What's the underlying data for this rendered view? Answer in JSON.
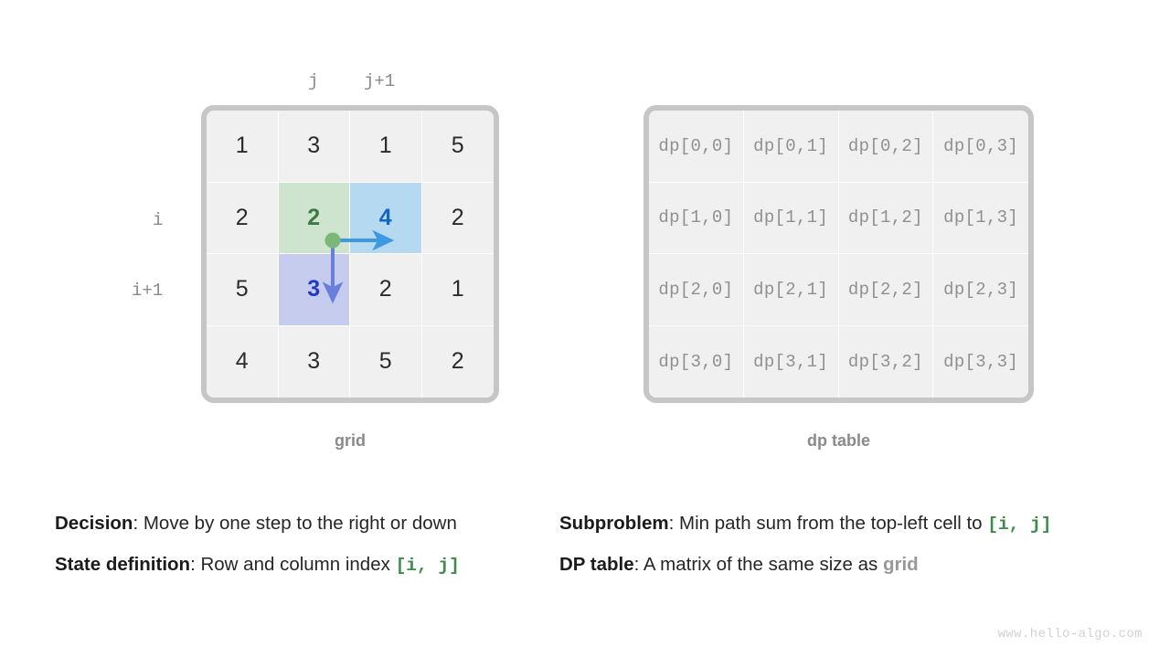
{
  "grid": {
    "caption": "grid",
    "rows": [
      [
        "1",
        "3",
        "1",
        "5"
      ],
      [
        "2",
        "2",
        "4",
        "2"
      ],
      [
        "5",
        "3",
        "2",
        "1"
      ],
      [
        "4",
        "3",
        "5",
        "2"
      ]
    ],
    "highlights": {
      "green": {
        "row": 1,
        "col": 1,
        "color": "#cfe4cf",
        "text_color": "#3d7a42"
      },
      "blue": {
        "row": 1,
        "col": 2,
        "color": "#b6d9f2",
        "text_color": "#1565c0"
      },
      "purple": {
        "row": 2,
        "col": 1,
        "color": "#c6ccee",
        "text_color": "#2237c7"
      }
    },
    "column_labels": {
      "j": "j",
      "j_plus_1": "j+1"
    },
    "row_labels": {
      "i": "i",
      "i_plus_1": "i+1"
    },
    "markers": {
      "dot_color": "#7ab87a",
      "right_arrow_color": "#3d9ae0",
      "down_arrow_color": "#6a7fdb"
    }
  },
  "dp_table": {
    "caption": "dp table",
    "rows": [
      [
        "dp[0,0]",
        "dp[0,1]",
        "dp[0,2]",
        "dp[0,3]"
      ],
      [
        "dp[1,0]",
        "dp[1,1]",
        "dp[1,2]",
        "dp[1,3]"
      ],
      [
        "dp[2,0]",
        "dp[2,1]",
        "dp[2,2]",
        "dp[2,3]"
      ],
      [
        "dp[3,0]",
        "dp[3,1]",
        "dp[3,2]",
        "dp[3,3]"
      ]
    ]
  },
  "notes": {
    "decision": {
      "label": "Decision",
      "separator": ": ",
      "text": "Move by one step to the right or down"
    },
    "state_definition": {
      "label": "State definition",
      "separator": ": ",
      "text": "Row and column index ",
      "code": "[i, j]"
    },
    "subproblem": {
      "label": "Subproblem",
      "separator": ": ",
      "text": "Min path sum from the top-left cell to ",
      "code": "[i, j]"
    },
    "dp_table_note": {
      "label": "DP table",
      "separator": ": ",
      "text": "A matrix of the same size as ",
      "code": "grid"
    }
  },
  "watermark": "www.hello-algo.com",
  "colors": {
    "border": "#c6c6c6",
    "cell": "#f0f0f0",
    "cell_separator": "#ffffff",
    "grid_text": "#2b2b2b",
    "dp_text": "#909090",
    "label_text": "#8a8a8a",
    "accent_green": "#3d8b4a",
    "accent_gray": "#989898"
  }
}
